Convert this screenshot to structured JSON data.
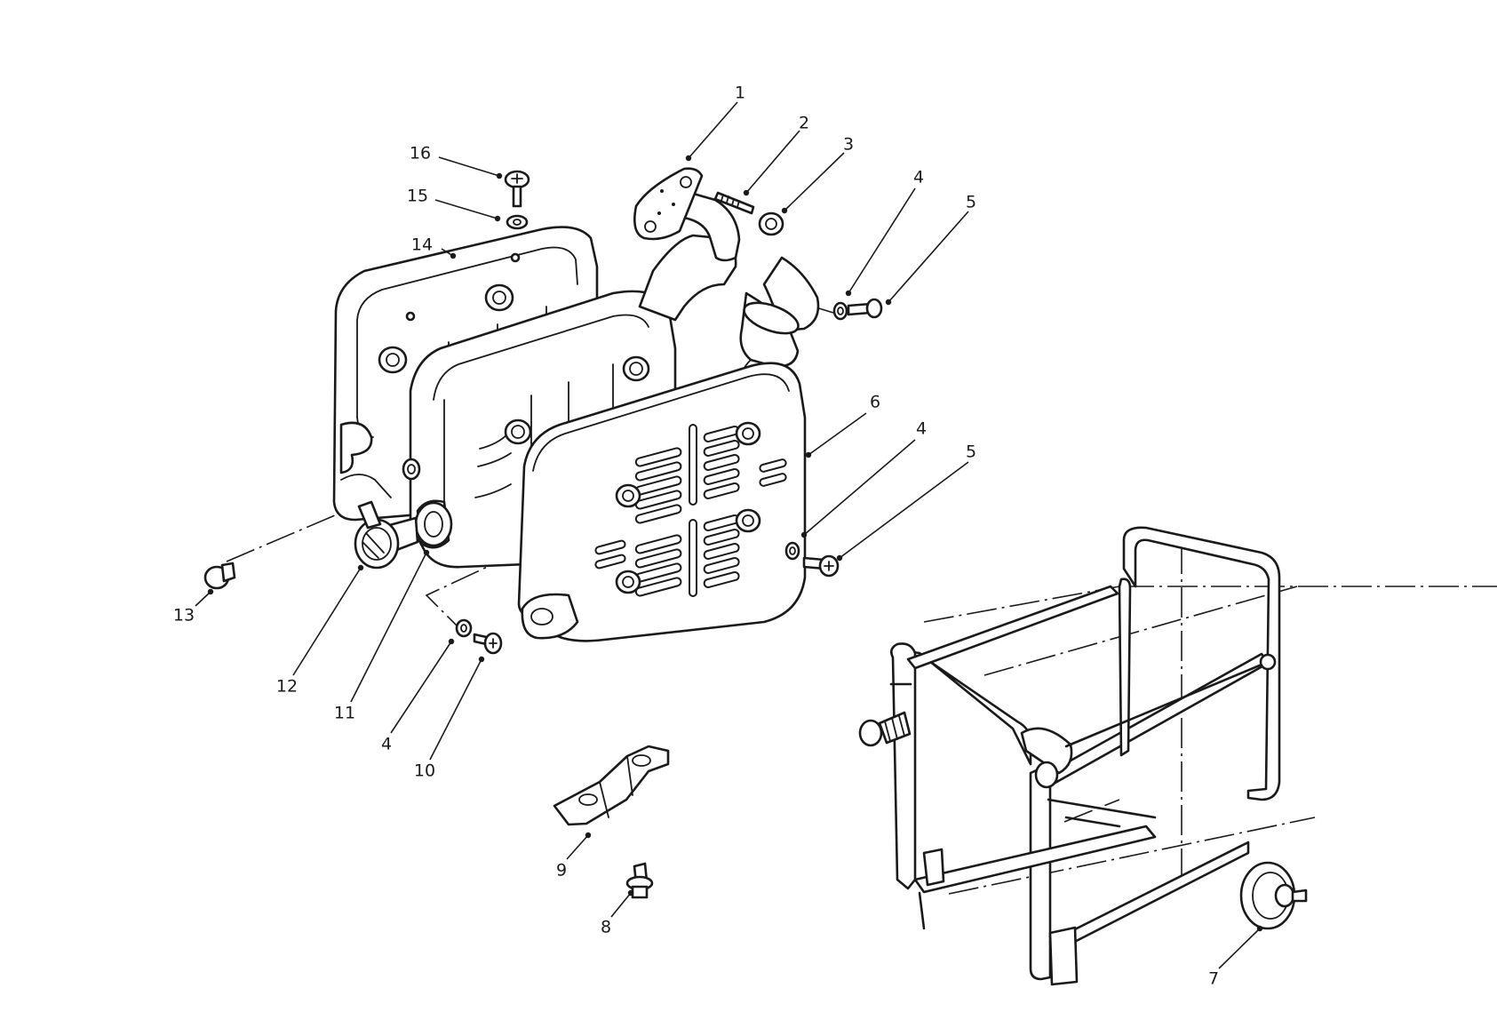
{
  "diagram": {
    "callouts": [
      "1",
      "2",
      "3",
      "4",
      "5",
      "6",
      "4",
      "5",
      "7",
      "8",
      "9",
      "4",
      "10",
      "11",
      "12",
      "13",
      "14",
      "15",
      "16"
    ]
  }
}
